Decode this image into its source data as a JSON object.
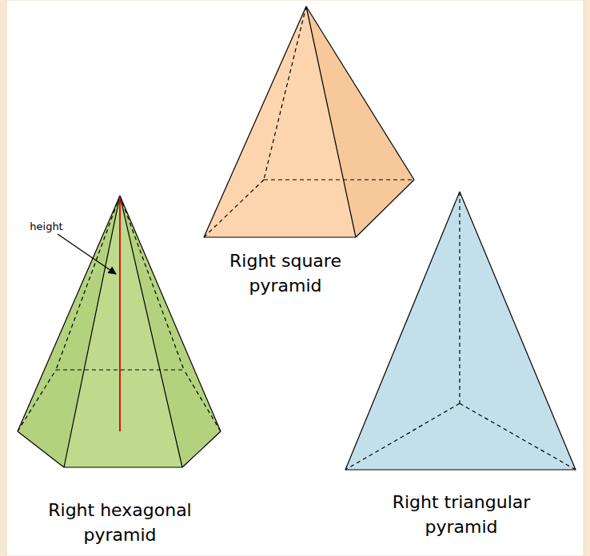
{
  "diagram": {
    "labels": [
      "height",
      "Right square pyramid",
      "Right hexagonal pyramid",
      "Right triangular pyramid"
    ]
  }
}
